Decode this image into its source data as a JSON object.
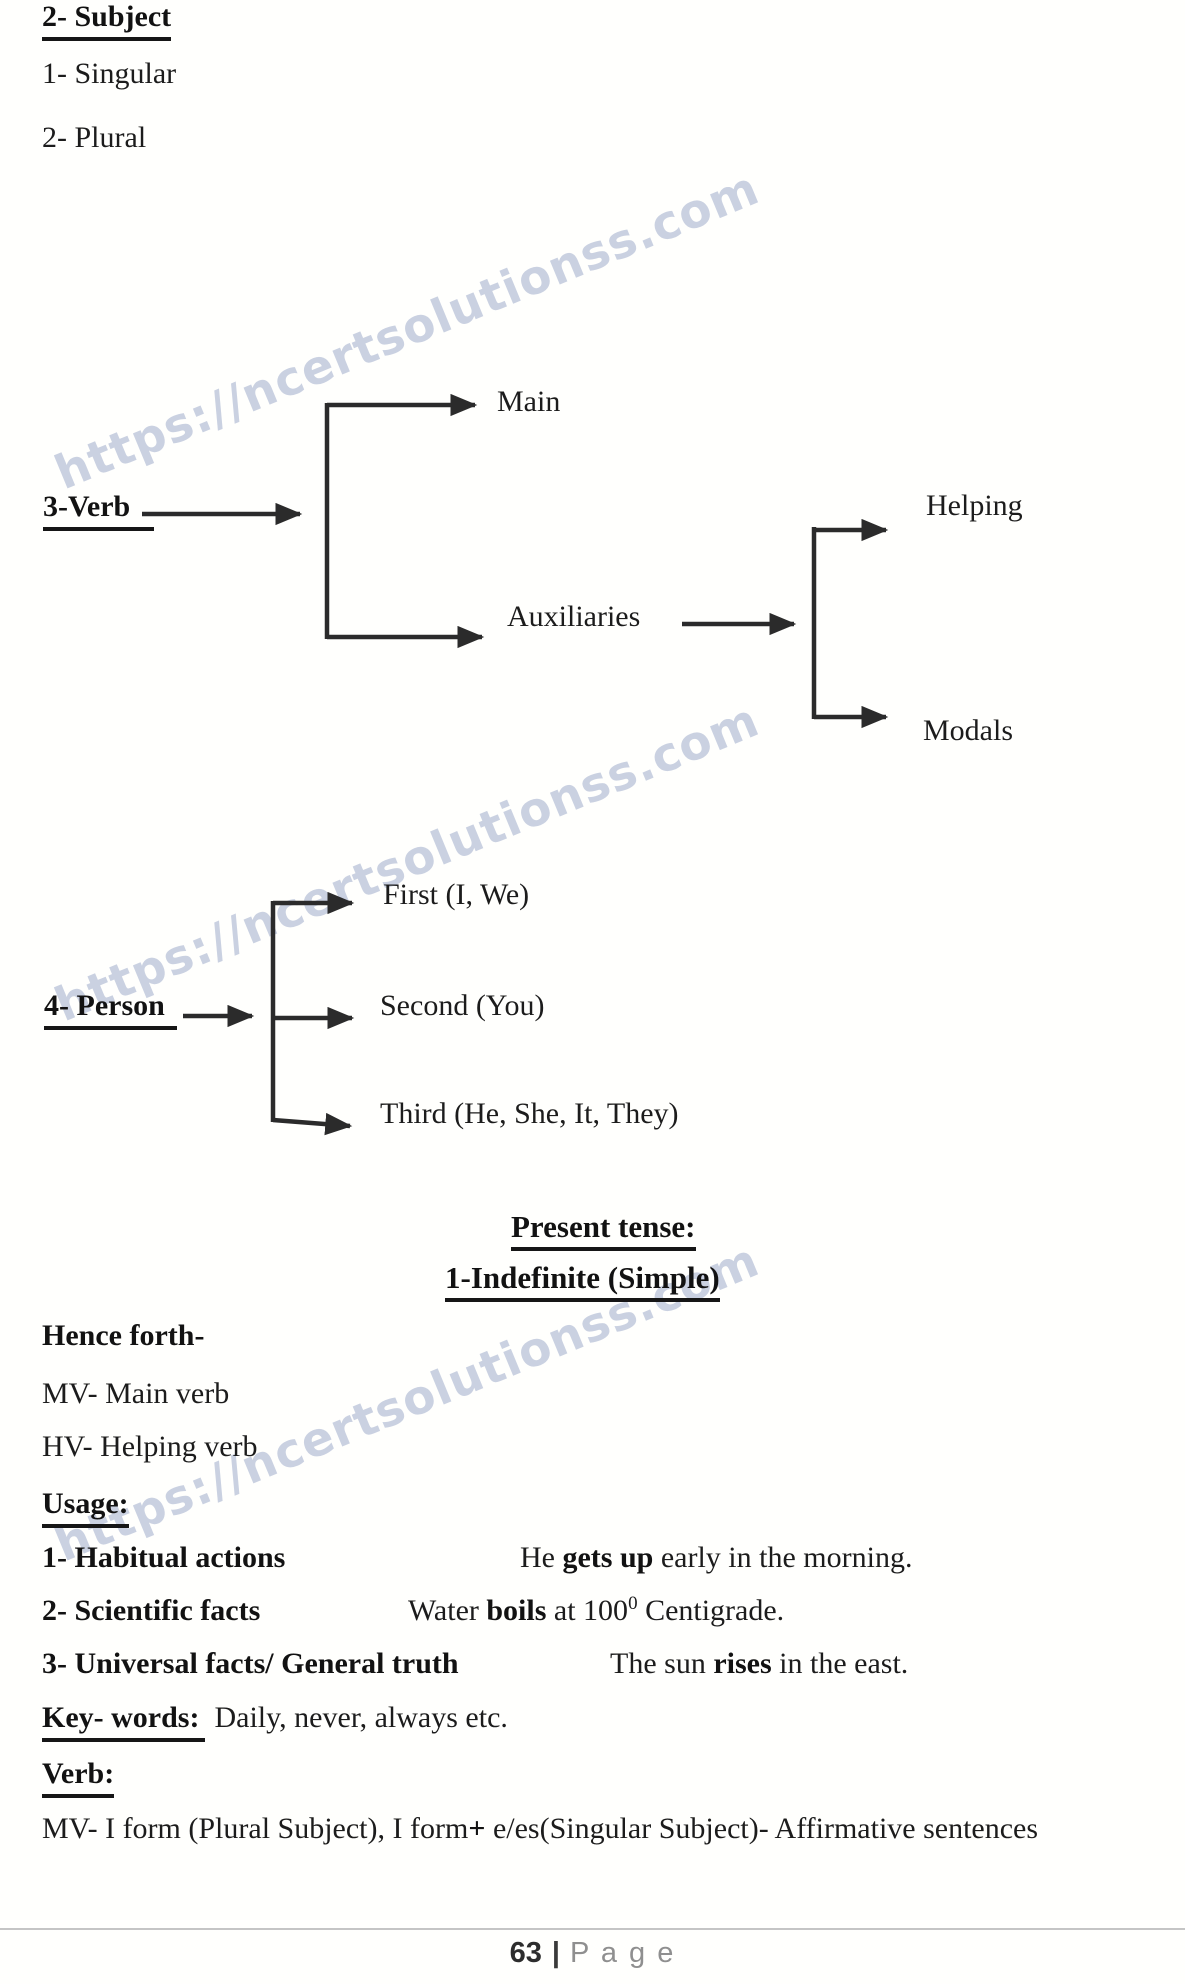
{
  "watermark": {
    "text": "https://ncertsolutionss.com",
    "color": "#a0adcb"
  },
  "subject": {
    "heading": "2- Subject",
    "items": [
      "1- Singular",
      "2- Plural"
    ]
  },
  "verb_diagram": {
    "label": "3-Verb",
    "main": "Main",
    "auxiliaries": "Auxiliaries",
    "helping": "Helping",
    "modals": "Modals"
  },
  "person_diagram": {
    "label": "4- Person",
    "first": "First (I, We)",
    "second": "Second (You)",
    "third": "Third (He, She, It, They)"
  },
  "present": {
    "title": "Present tense:",
    "subtitle": "1-Indefinite (Simple)"
  },
  "defs": {
    "hence": "Hence forth-",
    "mv": "MV- Main verb",
    "hv": "HV- Helping verb"
  },
  "usage": {
    "heading": "Usage:",
    "rows": [
      {
        "label": "1- Habitual actions",
        "parts": [
          {
            "t": "He ",
            "b": false
          },
          {
            "t": "gets up",
            "b": true
          },
          {
            "t": " early in the morning.",
            "b": false
          }
        ]
      },
      {
        "label": "2- Scientific facts",
        "parts": [
          {
            "t": "Water ",
            "b": false
          },
          {
            "t": "boils",
            "b": true
          },
          {
            "t": " at 100",
            "b": false
          },
          {
            "t": "0",
            "sup": true
          },
          {
            "t": " Centigrade.",
            "b": false
          }
        ]
      },
      {
        "label": "3- Universal facts/ General truth",
        "parts": [
          {
            "t": "The sun ",
            "b": false
          },
          {
            "t": "rises",
            "b": true
          },
          {
            "t": " in the east.",
            "b": false
          }
        ]
      }
    ],
    "keywords_label": "Key- words:",
    "keywords_text": "Daily, never, always etc."
  },
  "verb_note": {
    "heading": "Verb:",
    "parts": [
      {
        "t": "MV- I form (Plural Subject), I form",
        "b": false
      },
      {
        "t": "+",
        "b": true
      },
      {
        "t": " e/es(Singular Subject)- Affirmative sentences",
        "b": false
      }
    ]
  },
  "footer": {
    "page_number": "63",
    "separator": "|",
    "page_word": "P a g e"
  }
}
